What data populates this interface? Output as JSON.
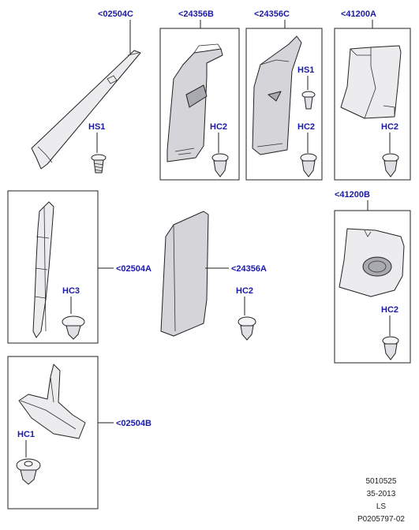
{
  "references": {
    "c02504C": "<02504C",
    "c24356B": "<24356B",
    "c24356C": "<24356C",
    "c41200A": "<41200A",
    "c02504A": "<02504A",
    "c24356A": "<24356A",
    "c41200B": "<41200B",
    "c02504B": "<02504B"
  },
  "fasteners": {
    "hs1_a": "HS1",
    "hc2_b": "HC2",
    "hs1_c": "HS1",
    "hc2_c": "HC2",
    "hc2_d": "HC2",
    "hc3": "HC3",
    "hc2_e": "HC2",
    "hc2_f": "HC2",
    "hc1": "HC1"
  },
  "footer": {
    "line1": "5010525",
    "line2": "35-2013",
    "line3": "LS",
    "line4": "P0205797-02"
  },
  "colors": {
    "reference_text": "#1a1aa6",
    "part_fill": "#d4d4d9",
    "outline": "#222222"
  }
}
